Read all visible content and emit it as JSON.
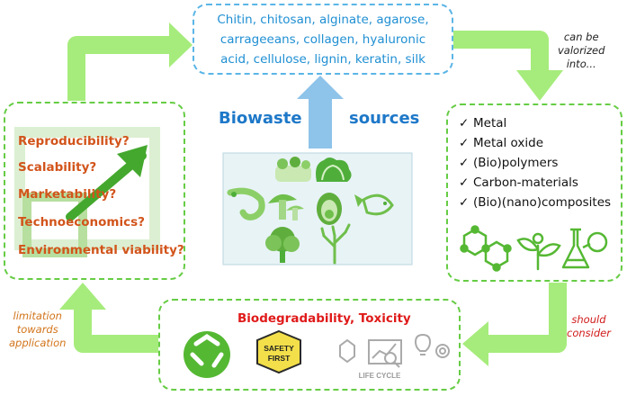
{
  "top_box": {
    "lines": [
      "Chitin, chitosan, alginate, agarose,",
      "carrageeans, collagen, hyaluronic",
      "acid, cellulose, lignin, keratin, silk"
    ]
  },
  "center": {
    "title_left": "Biowaste",
    "title_right": "sources"
  },
  "left_box": {
    "questions": [
      "Reproducibility?",
      "Scalability?",
      "Marketability?",
      "Technoeconomics?",
      "Environmental viability?"
    ]
  },
  "right_box": {
    "materials": [
      "Metal",
      "Metal oxide",
      "(Bio)polymers",
      "Carbon-materials",
      "(Bio)(nano)composites"
    ],
    "check_glyph": "✓"
  },
  "bottom_box": {
    "title": "Biodegradability, Toxicity",
    "safety_line1": "SAFETY",
    "safety_line2": "FIRST",
    "life_cycle": "LIFE CYCLE"
  },
  "notes": {
    "valorized_1": "can be",
    "valorized_2": "valorized",
    "valorized_3": "into...",
    "consider_1": "should",
    "consider_2": "consider",
    "limitation_1": "limitation",
    "limitation_2": "towards",
    "limitation_3": "application"
  },
  "colors": {
    "arrow_green": "#a6ec7c",
    "box_green": "#66cc44",
    "box_blue": "#5bb5e6",
    "text_blue": "#1f8fd3",
    "question_orange": "#d2541b",
    "title_red": "#e01a1a",
    "icon_green": "#55b833"
  }
}
